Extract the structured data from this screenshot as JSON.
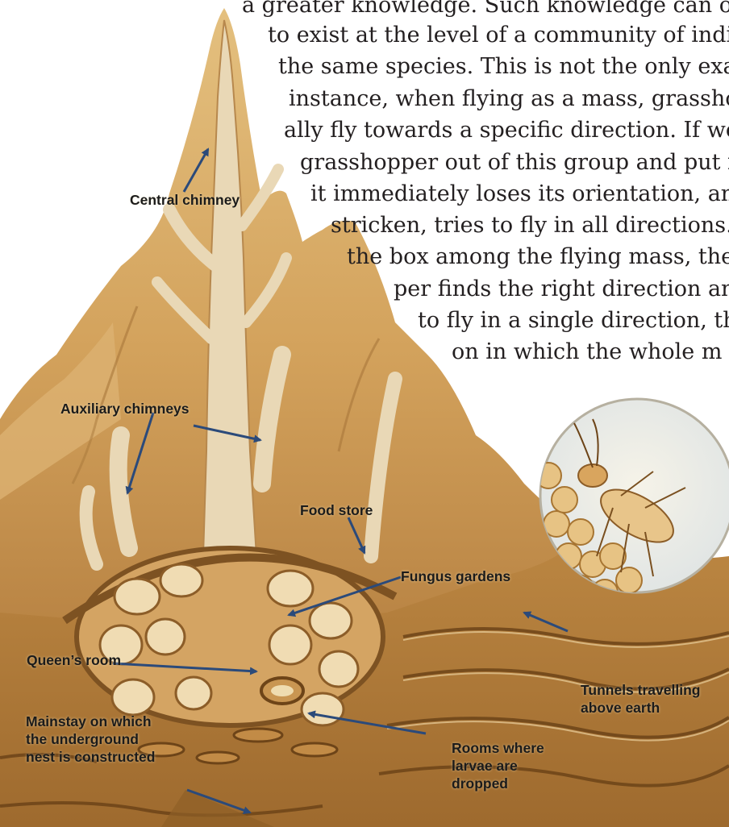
{
  "body_text": {
    "lines": [
      "a greater knowledge. Such knowledge can only",
      "to exist at the level of a community of indivi",
      "the same species. This is not the only exam",
      "instance, when flying as a mass, grasshopp",
      "ally fly towards a specific direction. If we t",
      "grasshopper out of this group and put it i",
      "it immediately loses its orientation, and",
      "stricken, tries to fly in all directions. If",
      "the box among the flying mass, the gr",
      "per finds the right direction and",
      "to fly in a single direction, the",
      "on in which the whole m"
    ]
  },
  "diagram": {
    "labels": {
      "central_chimney": "Central chimney",
      "auxiliary_chimneys": "Auxiliary chimneys",
      "food_store": "Food store",
      "fungus_gardens": "Fungus gardens",
      "queens_room": "Queen’s room",
      "tunnels": [
        "Tunnels travelling",
        "above earth"
      ],
      "mainstay": [
        "Mainstay on which",
        "the underground",
        "nest is constructed"
      ],
      "rooms_larvae": [
        "Rooms where",
        "larvae are",
        "dropped"
      ]
    },
    "colors": {
      "mound": "#d2a562",
      "mound_light": "#e6c285",
      "chimney": "#e8d6b4",
      "soil": "#b8853f",
      "soil_dark": "#8f5f27",
      "sky": "#ffffff",
      "text": "#231f20",
      "arrow": "#2b4a7a"
    }
  }
}
